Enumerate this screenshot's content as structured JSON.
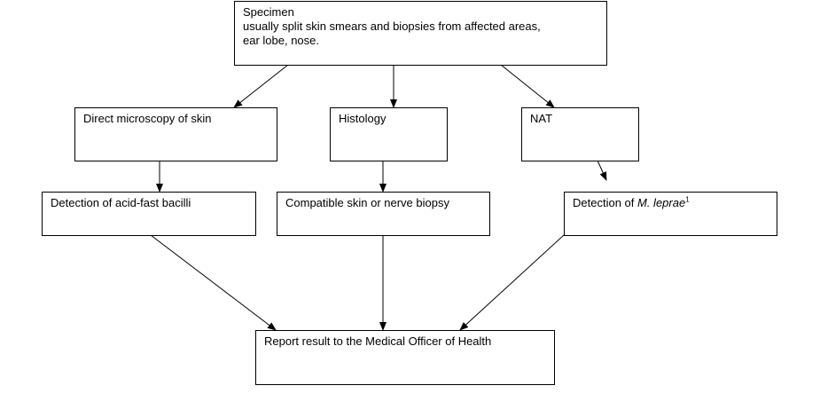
{
  "specimen": {
    "title": "Specimen",
    "line1": "usually split skin smears and biopsies from affected areas,",
    "line2": "ear lobe, nose."
  },
  "tests": {
    "microscopy": "Direct microscopy of skin",
    "histology": "Histology",
    "nat": "NAT"
  },
  "results": {
    "acid_fast": "Detection of acid-fast bacilli",
    "biopsy": "Compatible skin or nerve biopsy",
    "leprae_prefix": "Detection of ",
    "leprae_species": "M. leprae",
    "leprae_footnote": "1"
  },
  "report": {
    "label": "Report result to the Medical Officer of Health"
  }
}
